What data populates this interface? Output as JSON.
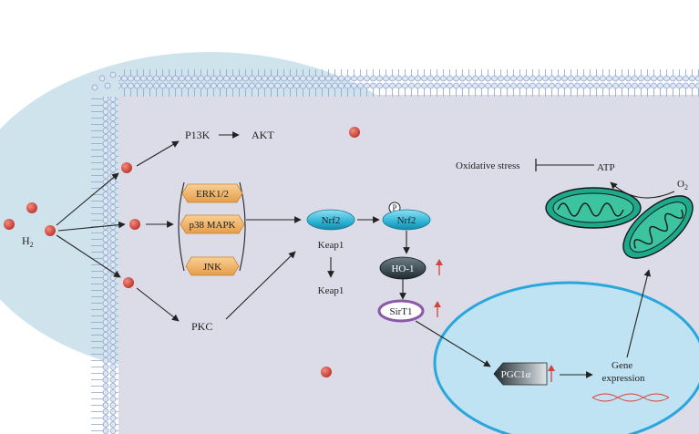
{
  "inputs": {
    "h2_main": "H",
    "h2_sub": "2"
  },
  "pathways": {
    "upper": {
      "p13k": "P13K",
      "akt": "AKT"
    },
    "kinases": [
      "ERK1/2",
      "p38 MAPK",
      "JNK"
    ],
    "pkc": "PKC"
  },
  "nrf2_path": {
    "nrf2": "Nrf2",
    "keap1_top": "Keap1",
    "keap1_bottom": "Keap1",
    "phospho_mark": "P",
    "nrf2_phos": "Nrf2",
    "ho1": "HO-1",
    "sirt1": "SirT1"
  },
  "nucleus": {
    "pgc1a_main": "PGC1",
    "pgc1a_alpha": "α",
    "gene_expression_line1": "Gene",
    "gene_expression_line2": "expression"
  },
  "mito": {
    "atp": "ATP",
    "o2_main": "O",
    "o2_sub": "2",
    "oxidative_stress": "Oxidative stress"
  },
  "colors": {
    "cell_bg": "#dddde9",
    "outer_lobe": "#cfe3ec",
    "nucleus_fill": "#bfe3f2",
    "nucleus_border": "#29a7dc",
    "membrane_head": "#dfe6f3",
    "membrane_stroke": "#8ea3cd",
    "h2_dot": "#d6433a",
    "nrf2_fill": "#37b6d6",
    "kinase_fill": "#f2b56b",
    "ho1_fill": "#3b4a52",
    "sirt1_border": "#8a5aa6",
    "mito_fill": "#1ea98a",
    "up_arrow": "#d6433a"
  }
}
